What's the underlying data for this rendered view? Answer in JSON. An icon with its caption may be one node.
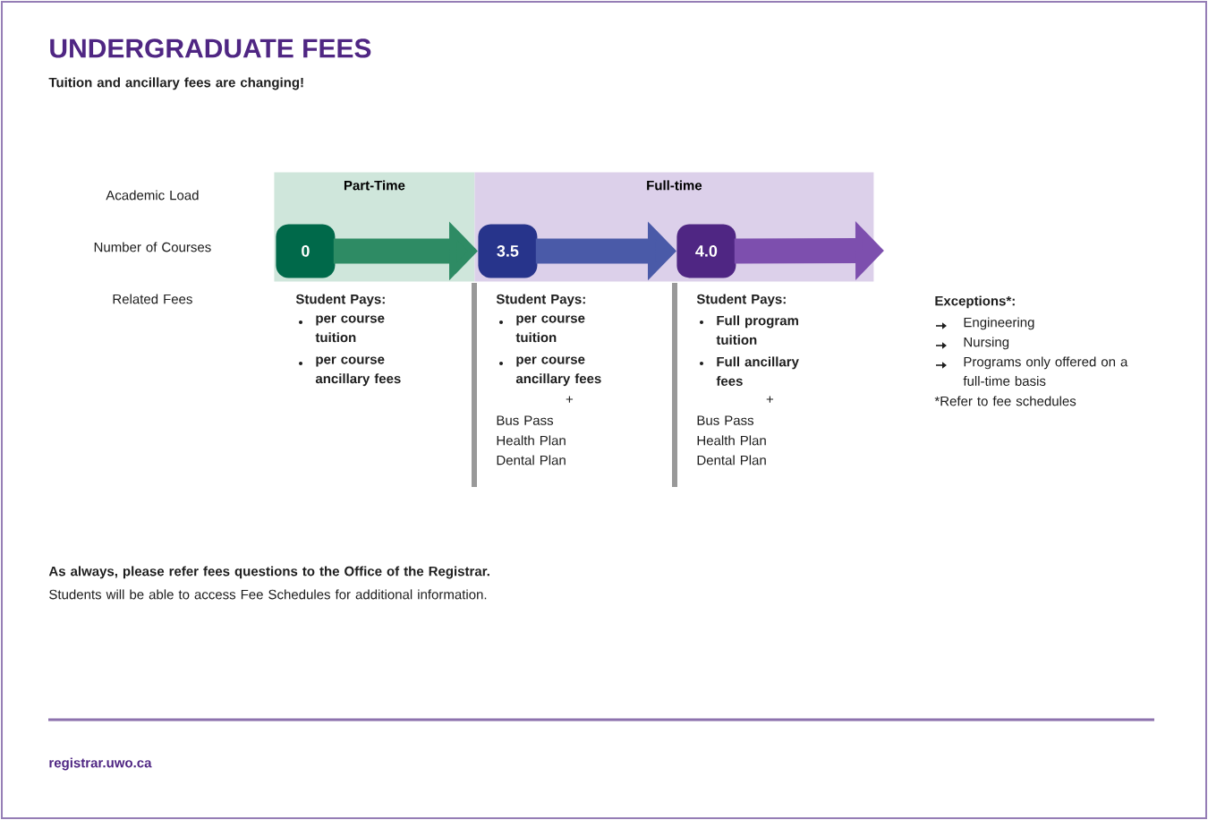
{
  "diagram": {
    "title": "UNDERGRADUATE FEES",
    "nodes": [
      {
        "text": [
          "Part-Time"
        ]
      },
      {
        "text": [
          "Full-time"
        ]
      },
      {
        "text": [
          "0"
        ],
        "in": 0
      },
      {
        "text": [
          "3.5"
        ],
        "in": 1
      },
      {
        "text": [
          "4.0"
        ],
        "in": 1
      }
    ],
    "edges": [
      {
        "from": 2,
        "to": 3,
        "arrow": "to",
        "color": "#2e8b64"
      },
      {
        "from": 3,
        "to": 4,
        "arrow": "to",
        "color": "#4a5aa8"
      },
      {
        "from": 4,
        "to": null,
        "arrow": "to",
        "color": "#7d4fae"
      }
    ],
    "labels": [
      "Tuition and ancillary fees are changing!",
      "Academic Load",
      "Number of Courses",
      "Related Fees",
      "Student Pays:",
      "per course tuition",
      "per course ancillary fees",
      "Student Pays:",
      "per course tuition",
      "per course ancillary fees",
      "+",
      "Bus Pass",
      "Health Plan",
      "Dental Plan",
      "Student Pays:",
      "Full program tuition",
      "Full ancillary fees",
      "+",
      "Bus Pass",
      "Health Plan",
      "Dental Plan",
      "Exceptions*:",
      "Engineering",
      "Nursing",
      "Programs only offered on a full-time basis",
      "*Refer to fee schedules",
      "As always, please refer fees questions to the Office of the Registrar.",
      "Students will be able to access Fee Schedules for additional information.",
      "registrar.uwo.ca"
    ]
  }
}
